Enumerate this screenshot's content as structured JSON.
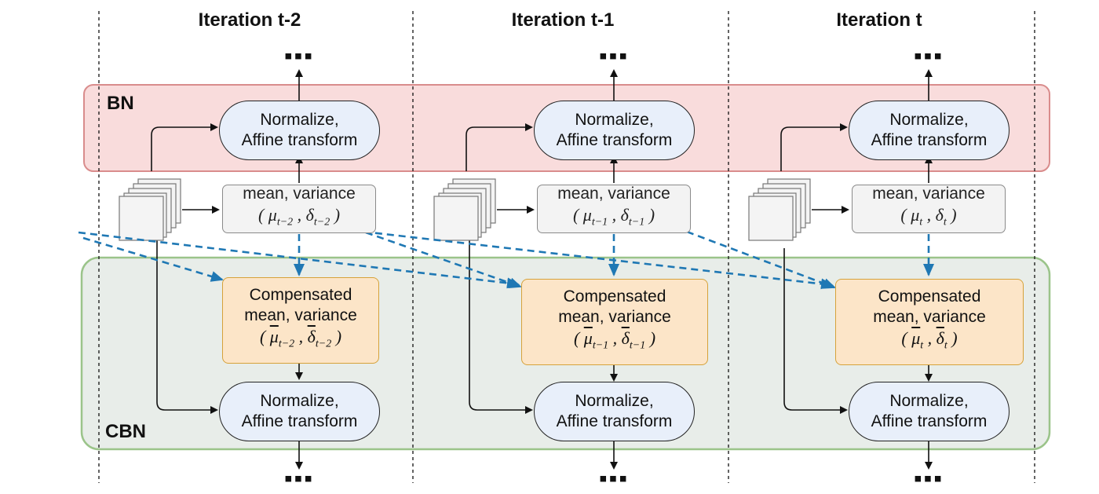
{
  "iterations": [
    {
      "title": "Iteration t-2",
      "bn_box": [
        "Normalize,",
        "Affine transform"
      ],
      "stats_label": "mean, variance",
      "stats_symbols": {
        "mu": "μ",
        "delta": "δ",
        "sub": "t−2"
      },
      "comp_lines": [
        "Compensated",
        "mean, variance"
      ],
      "comp_symbols": {
        "mu": "μ",
        "delta": "δ",
        "sub": "t−2"
      },
      "cbn_box": [
        "Normalize,",
        "Affine transform"
      ]
    },
    {
      "title": "Iteration t-1",
      "bn_box": [
        "Normalize,",
        "Affine transform"
      ],
      "stats_label": "mean, variance",
      "stats_symbols": {
        "mu": "μ",
        "delta": "δ",
        "sub": "t−1"
      },
      "comp_lines": [
        "Compensated",
        "mean, variance"
      ],
      "comp_symbols": {
        "mu": "μ",
        "delta": "δ",
        "sub": "t−1"
      },
      "cbn_box": [
        "Normalize,",
        "Affine transform"
      ]
    },
    {
      "title": "Iteration t",
      "bn_box": [
        "Normalize,",
        "Affine transform"
      ],
      "stats_label": "mean, variance",
      "stats_symbols": {
        "mu": "μ",
        "delta": "δ",
        "sub": "t"
      },
      "comp_lines": [
        "Compensated",
        "mean, variance"
      ],
      "comp_symbols": {
        "mu": "μ",
        "delta": "δ",
        "sub": "t"
      },
      "cbn_box": [
        "Normalize,",
        "Affine transform"
      ]
    }
  ],
  "regions": {
    "bn_label": "BN",
    "cbn_label": "CBN"
  },
  "ellipsis": "▪▪▪",
  "colors": {
    "bn_fill": "#f9dcdc",
    "bn_border": "#d98c8c",
    "cbn_fill": "#e8ede9",
    "cbn_border": "#9bc48a",
    "pill_fill": "#e8effa",
    "stats_fill": "#f3f3f3",
    "comp_fill": "#fce5c8",
    "comp_border": "#d6a23a",
    "dashed_arrow": "#1f78b4"
  }
}
